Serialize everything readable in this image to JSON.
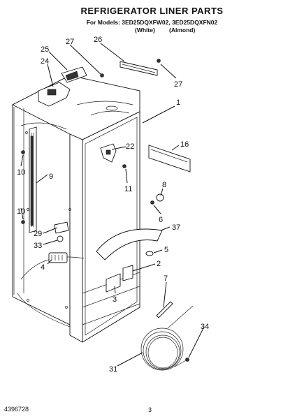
{
  "header": {
    "title": "REFRIGERATOR LINER PARTS",
    "models": "For Models: 3ED25DQXFW02, 3ED25DQXFN02",
    "color_white": "(White)",
    "color_almond": "(Almond)"
  },
  "footer": {
    "document_number": "4396728",
    "page_number": "3"
  },
  "callouts": [
    "1",
    "4",
    "5",
    "6",
    "7",
    "8",
    "9",
    "10",
    "10",
    "11",
    "16",
    "22",
    "24",
    "25",
    "26",
    "27",
    "27",
    "29",
    "31",
    "33",
    "34",
    "37",
    "2",
    "3"
  ]
}
